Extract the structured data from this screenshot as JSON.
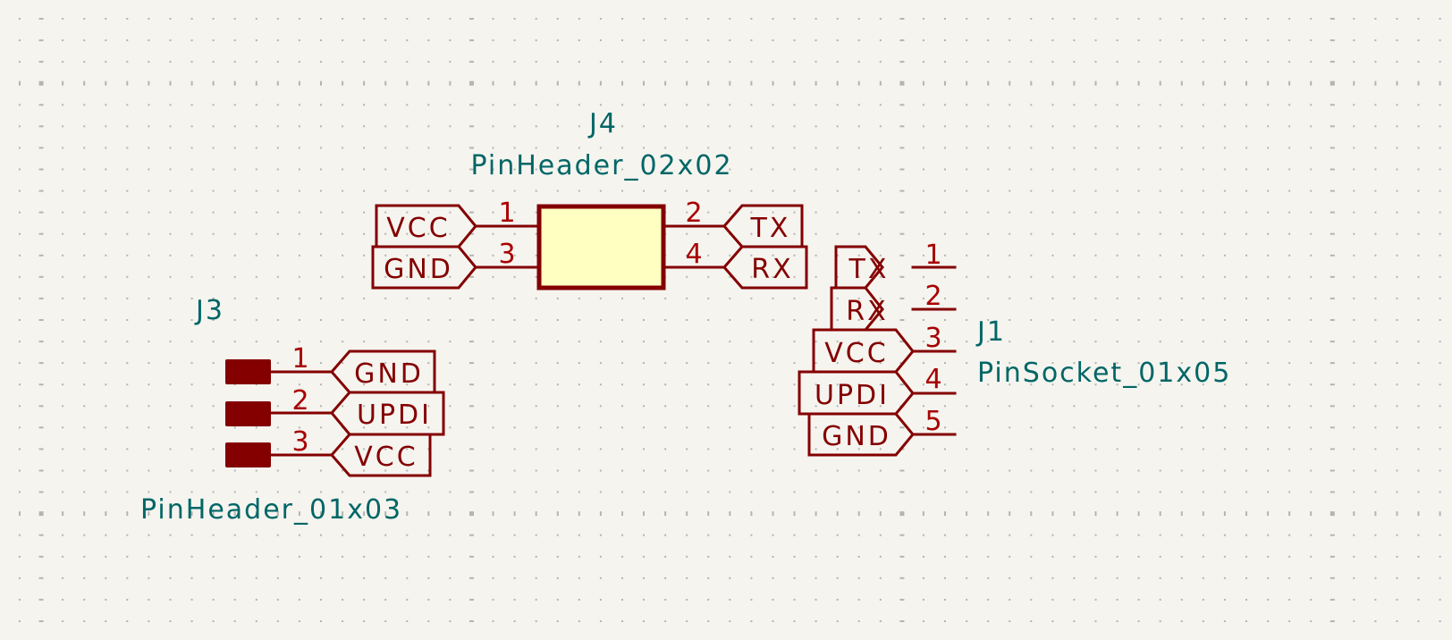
{
  "schematic": {
    "colors": {
      "background": "#f5f4ef",
      "wire": "#840000",
      "pin_number": "#a80000",
      "reference_text": "#006666",
      "body_fill": "#ffffc2",
      "grid_dot": "#b4b4b4"
    },
    "components": {
      "J4": {
        "reference": "J4",
        "value": "PinHeader_02x02",
        "pins": [
          {
            "number": "1",
            "net_label": "VCC"
          },
          {
            "number": "2",
            "net_label": "TX"
          },
          {
            "number": "3",
            "net_label": "GND"
          },
          {
            "number": "4",
            "net_label": "RX"
          }
        ]
      },
      "J3": {
        "reference": "J3",
        "value": "PinHeader_01x03",
        "pins": [
          {
            "number": "1",
            "net_label": "GND"
          },
          {
            "number": "2",
            "net_label": "UPDI"
          },
          {
            "number": "3",
            "net_label": "VCC"
          }
        ]
      },
      "J1": {
        "reference": "J1",
        "value": "PinSocket_01x05",
        "pins": [
          {
            "number": "1",
            "net_label": "TX"
          },
          {
            "number": "2",
            "net_label": "RX"
          },
          {
            "number": "3",
            "net_label": "VCC"
          },
          {
            "number": "4",
            "net_label": "UPDI"
          },
          {
            "number": "5",
            "net_label": "GND"
          }
        ]
      }
    }
  }
}
